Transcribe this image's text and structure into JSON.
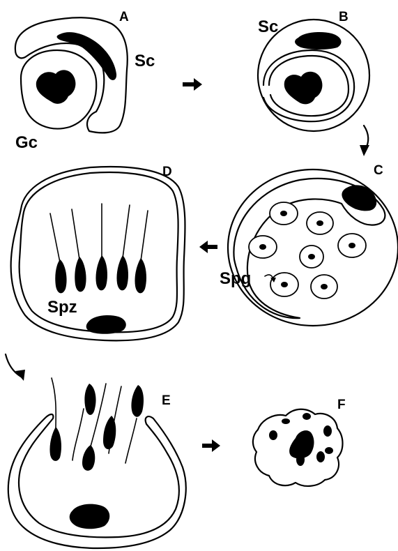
{
  "panels": {
    "a": "A",
    "b": "B",
    "c": "C",
    "d": "D",
    "e": "E",
    "f": "F"
  },
  "labels": {
    "sc_a": "Sc",
    "gc": "Gc",
    "sc_b": "Sc",
    "spg": "Spg",
    "spz": "Spz"
  }
}
